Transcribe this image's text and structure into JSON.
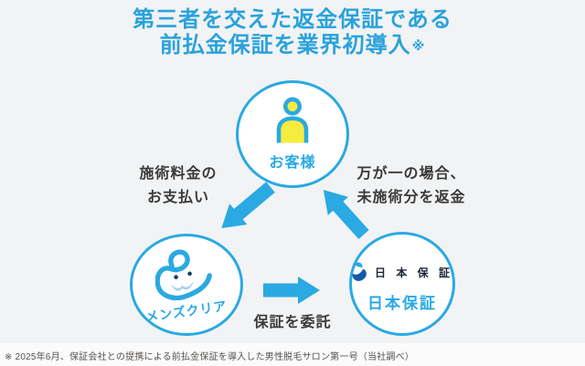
{
  "title": {
    "line1": "第三者を交えた返金保証である",
    "line2": "前払金保証を業界初導入",
    "note_mark": "※"
  },
  "nodes": {
    "customer": {
      "label": "お客様",
      "icon": "person-icon"
    },
    "mensclear": {
      "label": "メンズクリア",
      "icon": "mensclear-logo-icon"
    },
    "guarantor": {
      "logo_text": "日 本 保 証",
      "label": "日本保証",
      "icon": "nihon-hosho-logo-icon"
    }
  },
  "arrows": {
    "payment": {
      "line1": "施術料金の",
      "line2": "お支払い",
      "from": "お客様",
      "to": "メンズクリア",
      "direction": "down-left"
    },
    "refund": {
      "line1": "万が一の場合、",
      "line2": "未施術分を返金",
      "from": "日本保証",
      "to": "お客様",
      "direction": "up-left"
    },
    "entrust": {
      "label": "保証を委託",
      "from": "メンズクリア",
      "to": "日本保証",
      "direction": "right"
    }
  },
  "footnote": "※ 2025年6月、保証会社との提携による前払金保証を導入した男性脱毛サロン第一号（当社調べ）",
  "colors": {
    "accent_blue": "#2aa9e2",
    "title_blue": "#2aa2dc",
    "person_yellow": "#f6ec3d",
    "mustache_blue": "#a9d4ea",
    "logo_mark_light_blue": "#2aa9e2",
    "logo_mark_dark_blue": "#1558a8",
    "logo_text_navy": "#1c2533",
    "label_dark": "#3a3a3a",
    "background": "#f2f3f4"
  }
}
